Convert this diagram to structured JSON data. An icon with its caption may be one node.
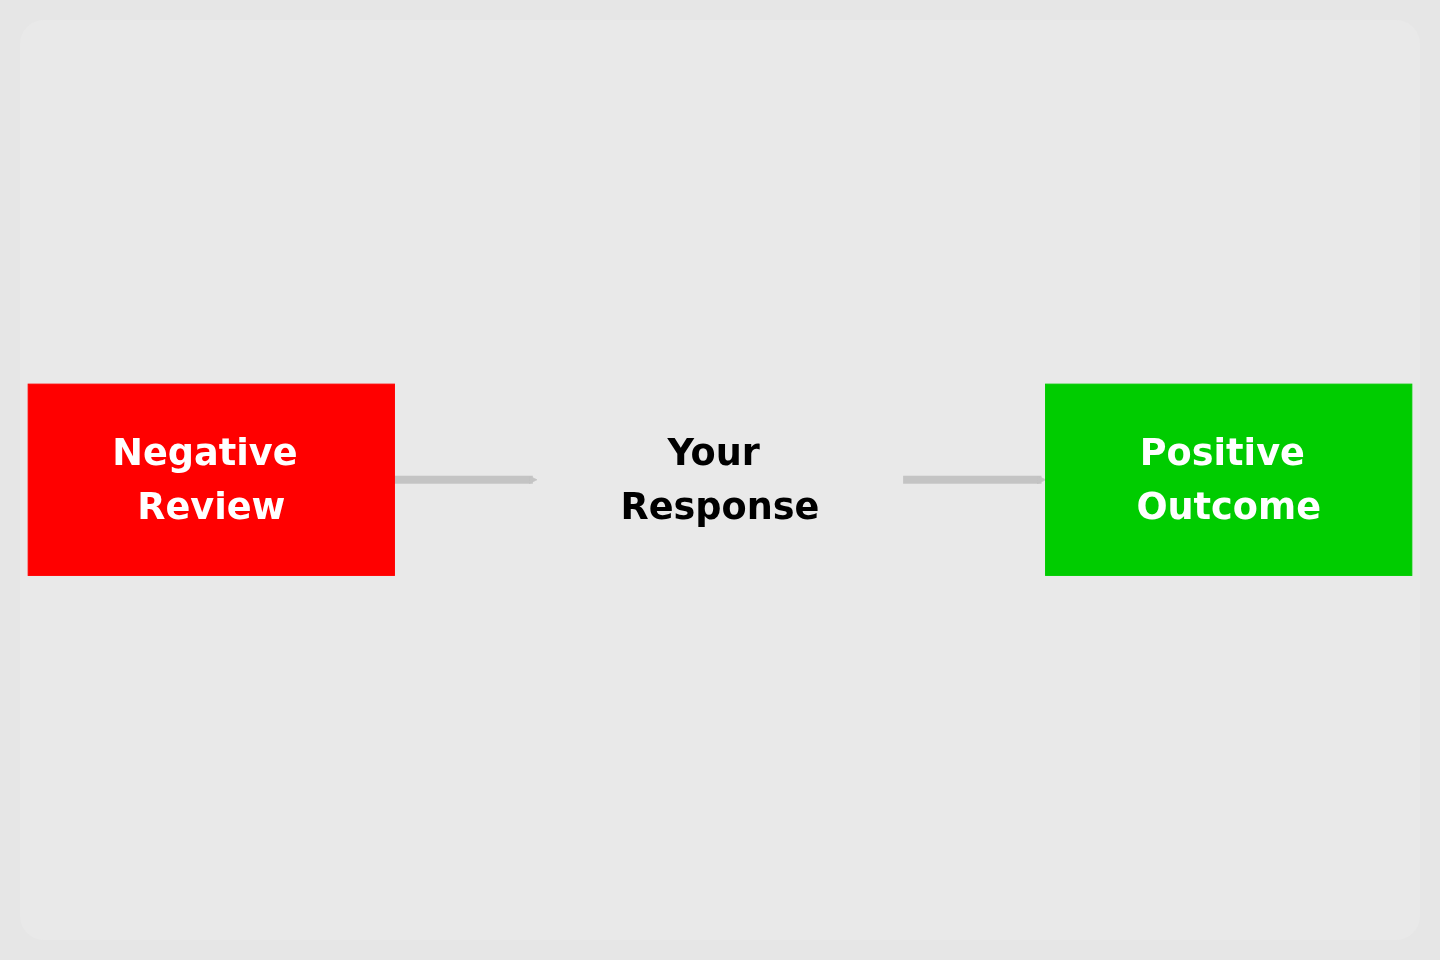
{
  "diagram": {
    "nodes": [
      {
        "text": [
          "Negative Review"
        ]
      },
      {
        "text": [
          "Your Response"
        ]
      },
      {
        "text": [
          "Positive Outcome"
        ]
      }
    ],
    "edges": [
      {
        "from": 0,
        "to": 1,
        "arrow": "to"
      },
      {
        "from": 1,
        "to": 2,
        "arrow": "to"
      }
    ]
  }
}
